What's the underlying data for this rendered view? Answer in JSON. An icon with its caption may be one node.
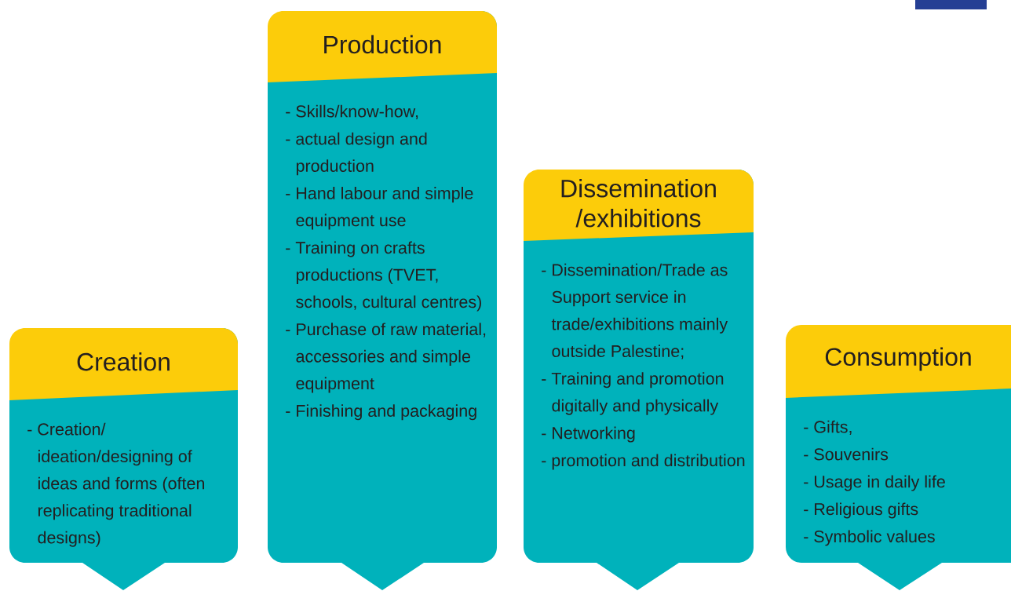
{
  "diagram": {
    "nodes": [
      {
        "text": [
          "Creation",
          "- Creation/ ideation/designing of ideas and forms (often replicating traditional designs)"
        ]
      },
      {
        "text": [
          "Production",
          "- Skills/know-how,",
          "- actual design and production",
          "- Hand labour and simple equipment use",
          "- Training on crafts productions (TVET, schools, cultural centres)",
          "- Purchase of raw material, accessories and simple equipment",
          "- Finishing and packaging"
        ]
      },
      {
        "text": [
          "Dissemination /exhibitions",
          "- Dissemination/Trade as Support service in trade/exhibitions mainly outside Palestine;",
          "- Training and promotion digitally and physically",
          "- Networking",
          "- promotion and distribution"
        ]
      },
      {
        "text": [
          "Consumption",
          "- Gifts,",
          "- Souvenirs",
          "- Usage in daily life",
          "- Religious gifts",
          "- Symbolic values"
        ]
      }
    ]
  }
}
